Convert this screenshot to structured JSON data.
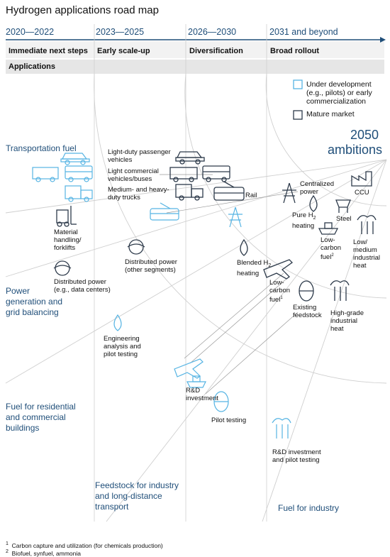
{
  "title": "Hydrogen applications road map",
  "periods": [
    "2020—2022",
    "2023—2025",
    "2026—2030",
    "2031 and beyond"
  ],
  "phases": [
    "Immediate next steps",
    "Early scale-up",
    "Diversification",
    "Broad rollout"
  ],
  "applications_label": "Applications",
  "legend": {
    "under_development": "Under development (e.g., pilots) or early commercialization",
    "mature": "Mature market"
  },
  "ambitions": {
    "year": "2050",
    "label": "ambitions"
  },
  "categories": {
    "transport": "Transportation fuel",
    "power": "Power generation and grid balancing",
    "buildings": "Fuel for residential and commercial buildings",
    "feedstock": "Feedstock for industry and long-distance transport",
    "industry": "Fuel for industry"
  },
  "applications": {
    "ld_vehicles": "Light-duty passenger vehicles",
    "lc_vehicles": "Light commercial vehicles/buses",
    "heavy_trucks": "Medium- and heavy-duty trucks",
    "rail": "Rail",
    "forklifts": "Material handling/ forklifts",
    "dist_power_data": "Distributed power (e.g., data centers)",
    "dist_power_other": "Distributed power (other segments)",
    "centralized_power": "Centralized power",
    "pure_h2": "Pure H",
    "pure_h2_suffix": "heating",
    "blended_h2": "Blended H",
    "blended_h2_suffix": "heating",
    "steel": "Steel",
    "ccu": "CCU",
    "low_carbon_fuel_ship": "Low-carbon fuel",
    "low_carbon_fuel_plane": "Low-carbon fuel",
    "low_med_heat": "Low/ medium industrial heat",
    "existing_feedstock": "Existing feedstock",
    "high_grade_heat": "High-grade industrial heat",
    "eng_analysis": "Engineering analysis and pilot testing",
    "rd_investment": "R&D investment",
    "pilot_testing": "Pilot testing",
    "rd_invest_pilot": "R&D investment and pilot testing"
  },
  "footnotes": [
    {
      "mark": "1",
      "text": "Carbon capture and utilization (for chemicals production)"
    },
    {
      "mark": "2",
      "text": "Biofuel, synfuel, ammonia"
    }
  ],
  "colors": {
    "dark_blue": "#1f4e79",
    "light_blue": "#56b4e3",
    "icon_dark": "#2d3a4a"
  }
}
